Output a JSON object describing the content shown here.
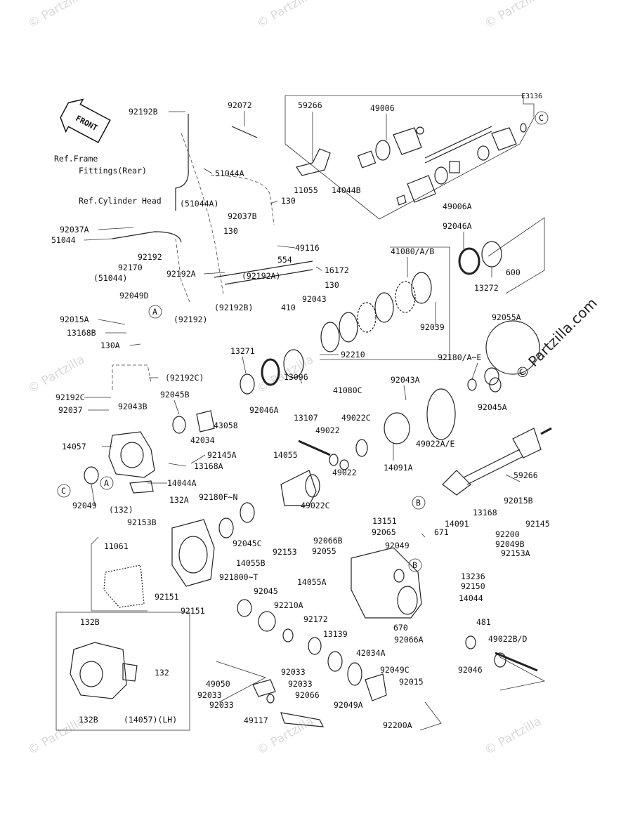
{
  "diagram_code": "E3136",
  "watermark": "© Partzilla.com",
  "watermark_short": "© Partzilla",
  "front_label": "FRONT",
  "ref_labels": [
    "Ref.Frame",
    "Fittings(Rear)",
    "Ref.Cylinder Head"
  ],
  "callout_letters": [
    "A",
    "B",
    "C"
  ],
  "parts": [
    {
      "id": "p01",
      "text": "92192B"
    },
    {
      "id": "p02",
      "text": "92072"
    },
    {
      "id": "p03",
      "text": "59266"
    },
    {
      "id": "p04",
      "text": "49006"
    },
    {
      "id": "p05",
      "text": "51044A"
    },
    {
      "id": "p06",
      "text": "11055"
    },
    {
      "id": "p07",
      "text": "14044B"
    },
    {
      "id": "p08",
      "text": "(51044A)"
    },
    {
      "id": "p09",
      "text": "130"
    },
    {
      "id": "p10",
      "text": "92037B"
    },
    {
      "id": "p11",
      "text": "130"
    },
    {
      "id": "p12",
      "text": "49116"
    },
    {
      "id": "p13",
      "text": "554"
    },
    {
      "id": "p14",
      "text": "16172"
    },
    {
      "id": "p15",
      "text": "92037A"
    },
    {
      "id": "p16",
      "text": "51044"
    },
    {
      "id": "p17",
      "text": "92192"
    },
    {
      "id": "p18",
      "text": "92170"
    },
    {
      "id": "p19",
      "text": "(51044)"
    },
    {
      "id": "p20",
      "text": "92192A"
    },
    {
      "id": "p21",
      "text": "(92192A)"
    },
    {
      "id": "p22",
      "text": "130"
    },
    {
      "id": "p23",
      "text": "410"
    },
    {
      "id": "p24",
      "text": "92043"
    },
    {
      "id": "p25",
      "text": "(92192B)"
    },
    {
      "id": "p26",
      "text": "(92192)"
    },
    {
      "id": "p27",
      "text": "92049D"
    },
    {
      "id": "p28",
      "text": "92015A"
    },
    {
      "id": "p29",
      "text": "13168B"
    },
    {
      "id": "p30",
      "text": "130A"
    },
    {
      "id": "p31",
      "text": "49006A"
    },
    {
      "id": "p32",
      "text": "92046A"
    },
    {
      "id": "p33",
      "text": "41080/A/B"
    },
    {
      "id": "p34",
      "text": "13272"
    },
    {
      "id": "p35",
      "text": "600"
    },
    {
      "id": "p36",
      "text": "92039"
    },
    {
      "id": "p37",
      "text": "92055A"
    },
    {
      "id": "p38",
      "text": "92210"
    },
    {
      "id": "p39",
      "text": "13271"
    },
    {
      "id": "p40",
      "text": "92180/A~E"
    },
    {
      "id": "p41",
      "text": "(92192C)"
    },
    {
      "id": "p42",
      "text": "92192C"
    },
    {
      "id": "p43",
      "text": "13096"
    },
    {
      "id": "p44",
      "text": "41080C"
    },
    {
      "id": "p45",
      "text": "92045A"
    },
    {
      "id": "p46",
      "text": "92045B"
    },
    {
      "id": "p47",
      "text": "92046A"
    },
    {
      "id": "p48",
      "text": "92043A"
    },
    {
      "id": "p49",
      "text": "92037"
    },
    {
      "id": "p50",
      "text": "92043B"
    },
    {
      "id": "p51",
      "text": "13107"
    },
    {
      "id": "p52",
      "text": "49022C"
    },
    {
      "id": "p53",
      "text": "43058"
    },
    {
      "id": "p54",
      "text": "49022"
    },
    {
      "id": "p55",
      "text": "49022A/E"
    },
    {
      "id": "p56",
      "text": "14057"
    },
    {
      "id": "p57",
      "text": "42034"
    },
    {
      "id": "p58",
      "text": "92145A"
    },
    {
      "id": "p59",
      "text": "14055"
    },
    {
      "id": "p60",
      "text": "13168A"
    },
    {
      "id": "p61",
      "text": "14091A"
    },
    {
      "id": "p62",
      "text": "49022"
    },
    {
      "id": "p63",
      "text": "59266"
    },
    {
      "id": "p64",
      "text": "14044A"
    },
    {
      "id": "p65",
      "text": "92049"
    },
    {
      "id": "p66",
      "text": "(132)"
    },
    {
      "id": "p67",
      "text": "132A"
    },
    {
      "id": "p68",
      "text": "92180F~N"
    },
    {
      "id": "p69",
      "text": "49022C"
    },
    {
      "id": "p70",
      "text": "92015B"
    },
    {
      "id": "p71",
      "text": "13168"
    },
    {
      "id": "p72",
      "text": "92153B"
    },
    {
      "id": "p73",
      "text": "13151"
    },
    {
      "id": "p74",
      "text": "14091"
    },
    {
      "id": "p75",
      "text": "92145"
    },
    {
      "id": "p76",
      "text": "92045C"
    },
    {
      "id": "p77",
      "text": "92065"
    },
    {
      "id": "p78",
      "text": "671"
    },
    {
      "id": "p79",
      "text": "92200"
    },
    {
      "id": "p80",
      "text": "11061"
    },
    {
      "id": "p81",
      "text": "92153"
    },
    {
      "id": "p82",
      "text": "92066B"
    },
    {
      "id": "p83",
      "text": "92049B"
    },
    {
      "id": "p84",
      "text": "92055"
    },
    {
      "id": "p85",
      "text": "92049"
    },
    {
      "id": "p86",
      "text": "92153A"
    },
    {
      "id": "p87",
      "text": "14055B"
    },
    {
      "id": "p88",
      "text": "921800~T"
    },
    {
      "id": "p89",
      "text": "14055A"
    },
    {
      "id": "p90",
      "text": "13236"
    },
    {
      "id": "p91",
      "text": "92150"
    },
    {
      "id": "p92",
      "text": "92045"
    },
    {
      "id": "p93",
      "text": "14044"
    },
    {
      "id": "p94",
      "text": "92151"
    },
    {
      "id": "p95",
      "text": "92210A"
    },
    {
      "id": "p96",
      "text": "92151"
    },
    {
      "id": "p97",
      "text": "92172"
    },
    {
      "id": "p98",
      "text": "670"
    },
    {
      "id": "p99",
      "text": "481"
    },
    {
      "id": "p100",
      "text": "132B"
    },
    {
      "id": "p101",
      "text": "92066A"
    },
    {
      "id": "p102",
      "text": "49022B/D"
    },
    {
      "id": "p103",
      "text": "13139"
    },
    {
      "id": "p104",
      "text": "42034A"
    },
    {
      "id": "p105",
      "text": "132"
    },
    {
      "id": "p106",
      "text": "92033"
    },
    {
      "id": "p107",
      "text": "92049C"
    },
    {
      "id": "p108",
      "text": "92046"
    },
    {
      "id": "p109",
      "text": "49050"
    },
    {
      "id": "p110",
      "text": "92033"
    },
    {
      "id": "p111",
      "text": "92015"
    },
    {
      "id": "p112",
      "text": "92033"
    },
    {
      "id": "p113",
      "text": "92066"
    },
    {
      "id": "p114",
      "text": "92049A"
    },
    {
      "id": "p115",
      "text": "92033"
    },
    {
      "id": "p116",
      "text": "49117"
    },
    {
      "id": "p117",
      "text": "92200A"
    },
    {
      "id": "p118",
      "text": "132B"
    },
    {
      "id": "p119",
      "text": "(14057)(LH)"
    }
  ]
}
